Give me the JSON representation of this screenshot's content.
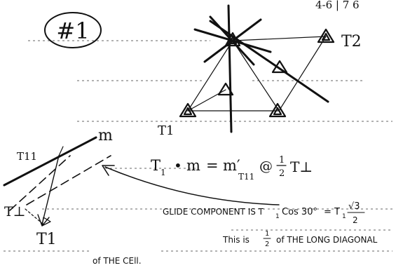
{
  "note": {
    "problem_label": "#1",
    "corner_partial": "4-6 | 7 6",
    "translation_labels": {
      "t1_top": "T1",
      "t2": "T2",
      "t_parallel": "T11",
      "t_perp": "T⊥",
      "t1_bottom": "T1"
    },
    "mirror_label": "m",
    "operation": {
      "t": "T",
      "t_sub": "1",
      "dot": "•",
      "m": "m",
      "eq": "=",
      "m_prime": "m′",
      "m_prime_sub": "T11",
      "at": "@",
      "half_num": "1",
      "half_den": "2",
      "t_perp": "T⊥"
    },
    "glide": {
      "line1_text": "GLIDE COMPONENT IS T",
      "line1_sub": "1",
      "line1_cos": "Cos 30°",
      "line1_eq": "= T",
      "line1_sub2": "1",
      "sqrt_num": "√3",
      "sqrt_den": "2",
      "line2_text": "This is",
      "line2_half_num": "1",
      "line2_half_den": "2",
      "line2_rest": "of THE LONG DIAGONAL",
      "line3": "of THE CEll."
    }
  }
}
